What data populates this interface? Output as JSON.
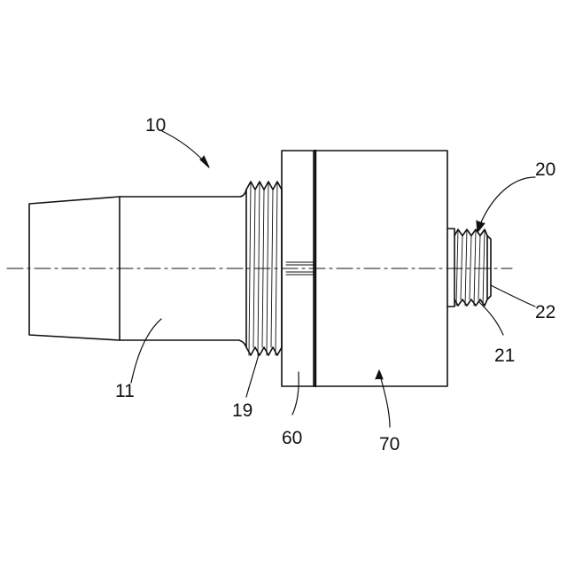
{
  "figure": {
    "labels": {
      "assembly": "10",
      "body": "11",
      "thread": "19",
      "outlet_fitting": "20",
      "outlet_thread": "21",
      "outlet_tip": "22",
      "collar": "60",
      "housing": "70"
    },
    "colors": {
      "line": "#111111",
      "background": "#ffffff"
    }
  }
}
